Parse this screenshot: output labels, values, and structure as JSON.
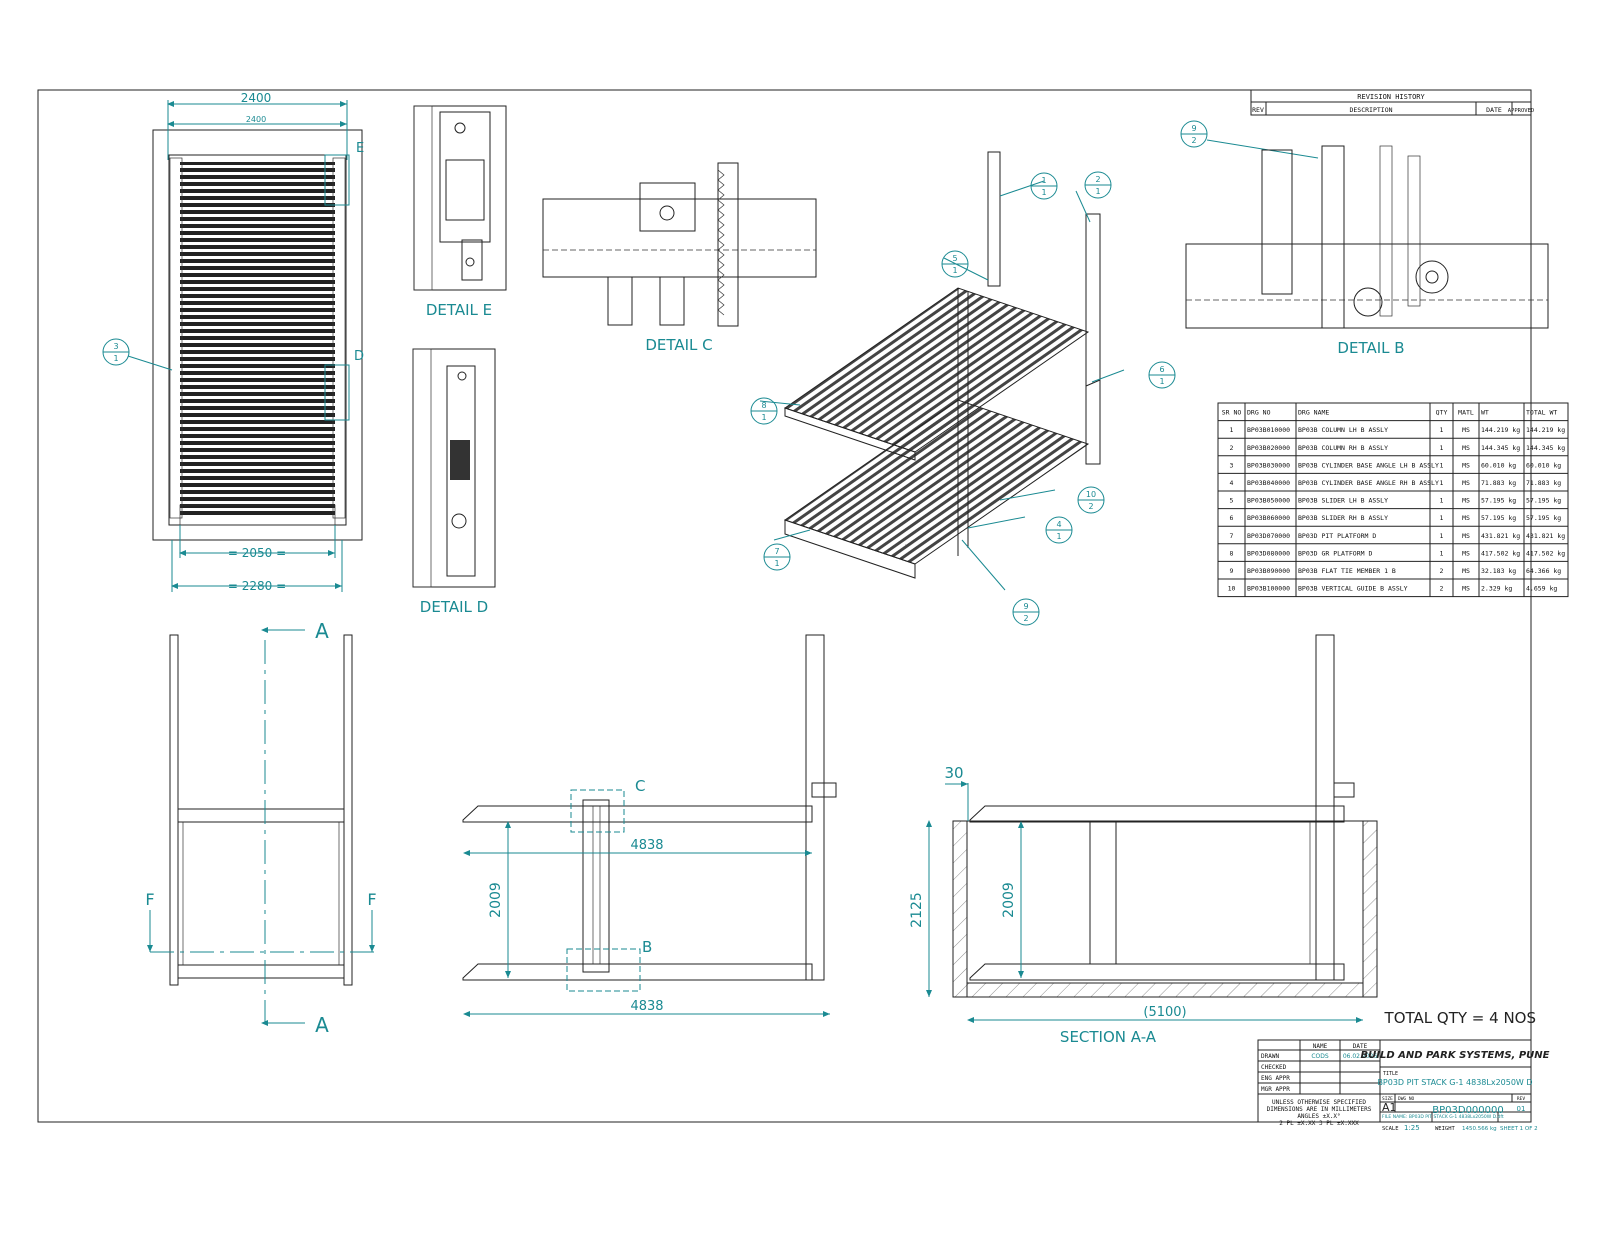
{
  "colors": {
    "accent": "#1a8a92",
    "ink": "#222222"
  },
  "dimensions": {
    "top_overall": "2400",
    "top_inner": "2400",
    "top_2050": "= 2050 =",
    "top_2280": "= 2280 =",
    "front_4838_top": "4838",
    "front_2009": "2009",
    "front_4838_bottom": "4838",
    "sec_30": "30",
    "sec_2125": "2125",
    "sec_2009": "2009",
    "sec_5100": "(5100)"
  },
  "labels": {
    "detail_e": "DETAIL E",
    "detail_c": "DETAIL C",
    "detail_d": "DETAIL D",
    "detail_b": "DETAIL B",
    "section_aa": "SECTION A-A",
    "mark_e": "E",
    "mark_d": "D",
    "mark_c": "C",
    "mark_b": "B",
    "mark_a_top": "A",
    "mark_a_bottom": "A",
    "mark_f_left": "F",
    "mark_f_right": "F",
    "total_qty": "TOTAL QTY = 4 NOS"
  },
  "balloons": [
    {
      "top": "3",
      "bottom": "1"
    },
    {
      "top": "1",
      "bottom": "1"
    },
    {
      "top": "2",
      "bottom": "1"
    },
    {
      "top": "5",
      "bottom": "1"
    },
    {
      "top": "6",
      "bottom": "1"
    },
    {
      "top": "8",
      "bottom": "1"
    },
    {
      "top": "10",
      "bottom": "2"
    },
    {
      "top": "4",
      "bottom": "1"
    },
    {
      "top": "7",
      "bottom": "1"
    },
    {
      "top": "9",
      "bottom": "2"
    },
    {
      "top": "9",
      "bottom": "2"
    }
  ],
  "revision_history": {
    "title": "REVISION HISTORY",
    "cols": [
      "REV",
      "DESCRIPTION",
      "DATE",
      "APPROVED"
    ]
  },
  "bom": {
    "headers": [
      "SR NO",
      "DRG NO",
      "DRG NAME",
      "QTY",
      "MATL",
      "WT",
      "TOTAL WT"
    ],
    "rows": [
      [
        "1",
        "BP03B010000",
        "BP03B COLUMN LH B ASSLY",
        "1",
        "MS",
        "144.219 kg",
        "144.219 kg"
      ],
      [
        "2",
        "BP03B020000",
        "BP03B COLUMN RH B ASSLY",
        "1",
        "MS",
        "144.345 kg",
        "144.345 kg"
      ],
      [
        "3",
        "BP03B030000",
        "BP03B CYLINDER BASE ANGLE LH B ASSLY",
        "1",
        "MS",
        "60.010 kg",
        "60.010 kg"
      ],
      [
        "4",
        "BP03B040000",
        "BP03B CYLINDER BASE ANGLE RH B ASSLY",
        "1",
        "MS",
        "71.883 kg",
        "71.883 kg"
      ],
      [
        "5",
        "BP03B050000",
        "BP03B SLIDER LH B ASSLY",
        "1",
        "MS",
        "57.195 kg",
        "57.195 kg"
      ],
      [
        "6",
        "BP03B060000",
        "BP03B SLIDER RH B ASSLY",
        "1",
        "MS",
        "57.195 kg",
        "57.195 kg"
      ],
      [
        "7",
        "BP03D070000",
        "BP03D PIT PLATFORM D",
        "1",
        "MS",
        "431.821 kg",
        "431.821 kg"
      ],
      [
        "8",
        "BP03D080000",
        "BP03D GR PLATFORM D",
        "1",
        "MS",
        "417.502 kg",
        "417.502 kg"
      ],
      [
        "9",
        "BP03B090000",
        "BP03B FLAT TIE MEMBER 1 B",
        "2",
        "MS",
        "32.183 kg",
        "64.366 kg"
      ],
      [
        "10",
        "BP03B100000",
        "BP03B VERTICAL GUIDE B ASSLY",
        "2",
        "MS",
        "2.329 kg",
        "4.659 kg"
      ]
    ]
  },
  "title_block": {
    "col_name": "NAME",
    "col_date": "DATE",
    "rows": [
      "DRAWN",
      "CHECKED",
      "ENG APPR",
      "MGR APPR"
    ],
    "drawn_name": "CODS",
    "drawn_date": "06.02.2026",
    "company": "BUILD AND PARK  SYSTEMS, PUNE",
    "title_label": "TITLE",
    "title": "BP03D PIT STACK G-1 4838Lx2050W D",
    "note1": "UNLESS OTHERWISE SPECIFIED",
    "note2": "DIMENSIONS ARE IN MILLIMETERS",
    "note3": "ANGLES ±X.X°",
    "note4": "2 PL ±X.XX 3 PL ±X.XXX",
    "size_label": "SIZE",
    "size": "A1",
    "dwg_label": "DWG NO",
    "dwg_no": "BP03D000000",
    "rev_label": "REV",
    "rev": "01",
    "file_name": "FILE NAME: BP03D PIT STACK G-1 4838Lx2050W D.dft",
    "scale_label": "SCALE",
    "scale": "1:25",
    "weight_label": "WEIGHT",
    "weight": "1450.566 kg",
    "sheet": "SHEET 1 OF 2"
  }
}
